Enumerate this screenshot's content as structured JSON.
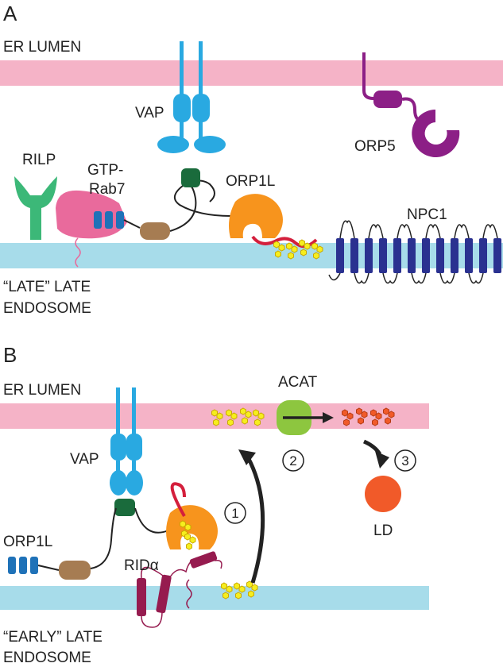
{
  "panel_a": {
    "letter": "A",
    "er_lumen": "ER LUMEN",
    "vap": "VAP",
    "orp5": "ORP5",
    "rilp": "RILP",
    "gtp_rab7_line1": "GTP-",
    "gtp_rab7_line2": "Rab7",
    "orp1l": "ORP1L",
    "npc1": "NPC1",
    "endosome_line1": "“LATE” LATE",
    "endosome_line2": "ENDOSOME"
  },
  "panel_b": {
    "letter": "B",
    "er_lumen": "ER LUMEN",
    "acat": "ACAT",
    "vap": "VAP",
    "orp1l": "ORP1L",
    "rid_alpha": "RIDα",
    "ld": "LD",
    "step1": "1",
    "step2": "2",
    "step3": "3",
    "endosome_line1": "“EARLY” LATE",
    "endosome_line2": "ENDOSOME"
  },
  "colors": {
    "er_membrane": "#f5b3c7",
    "endosome_membrane": "#a7dcea",
    "vap": "#29a9e1",
    "orp5": "#8c1f86",
    "rilp": "#3cb878",
    "rab7": "#e96a9c",
    "rab7_repeats": "#1f72b8",
    "linker_domain": "#a67c52",
    "ffat_domain": "#1a6b3c",
    "orp_ligand_domain": "#f7941d",
    "npc1": "#2a3190",
    "sterol": "#f6ee1e",
    "esterified_sterol": "#f15a29",
    "acat": "#8dc63f",
    "lipid_droplet": "#f15a29",
    "rid_alpha": "#961b4f",
    "tail": "#d41f3c"
  }
}
